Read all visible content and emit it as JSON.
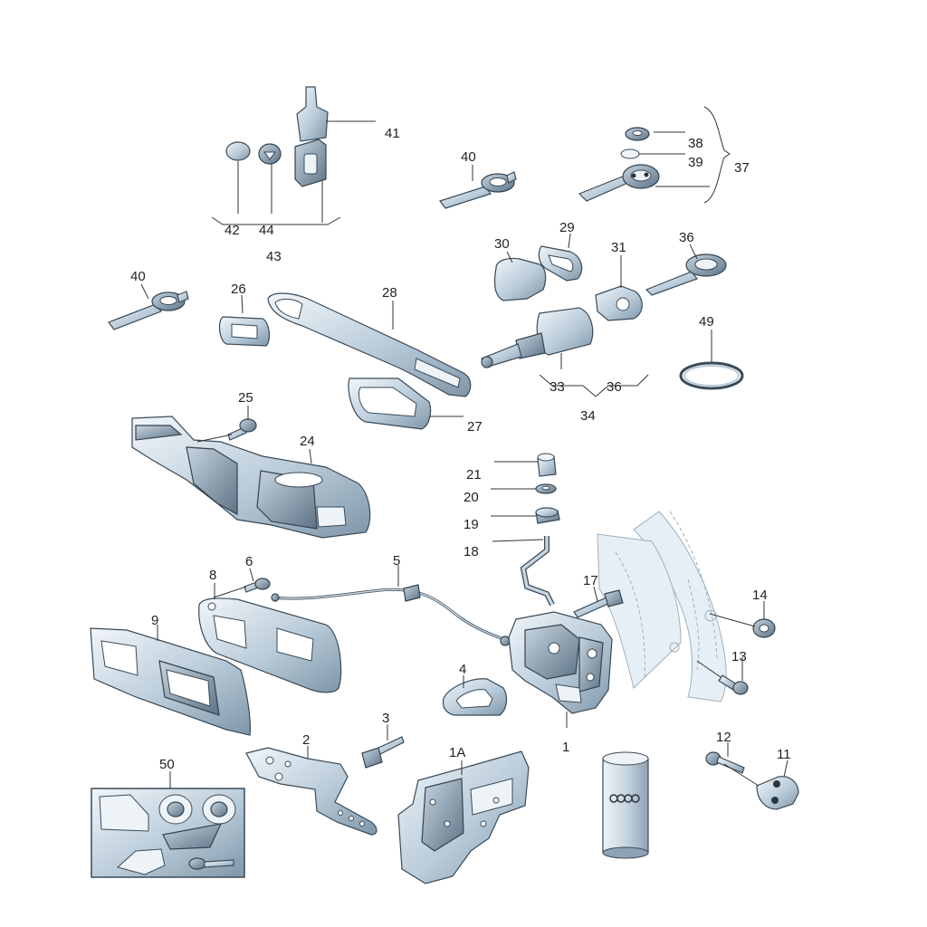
{
  "callouts": [
    {
      "id": "41"
    },
    {
      "id": "42"
    },
    {
      "id": "44"
    },
    {
      "id": "43"
    },
    {
      "id": "40a",
      "text": "40"
    },
    {
      "id": "40b",
      "text": "40"
    },
    {
      "id": "38"
    },
    {
      "id": "39"
    },
    {
      "id": "37"
    },
    {
      "id": "30"
    },
    {
      "id": "29"
    },
    {
      "id": "31"
    },
    {
      "id": "36a",
      "text": "36"
    },
    {
      "id": "26"
    },
    {
      "id": "28"
    },
    {
      "id": "49"
    },
    {
      "id": "33"
    },
    {
      "id": "36b",
      "text": "36"
    },
    {
      "id": "34"
    },
    {
      "id": "27"
    },
    {
      "id": "25"
    },
    {
      "id": "24"
    },
    {
      "id": "21"
    },
    {
      "id": "20"
    },
    {
      "id": "19"
    },
    {
      "id": "18"
    },
    {
      "id": "5"
    },
    {
      "id": "8"
    },
    {
      "id": "6"
    },
    {
      "id": "17"
    },
    {
      "id": "14"
    },
    {
      "id": "9"
    },
    {
      "id": "13"
    },
    {
      "id": "4"
    },
    {
      "id": "3"
    },
    {
      "id": "1"
    },
    {
      "id": "2"
    },
    {
      "id": "1A"
    },
    {
      "id": "12"
    },
    {
      "id": "11"
    },
    {
      "id": "50"
    }
  ],
  "parts": [
    "handle-cap",
    "cover-cap-42",
    "cover-cap-44",
    "lock-housing",
    "key-blank-40-top",
    "washer-38",
    "spring-pin-39",
    "key-37",
    "lock-cap-30",
    "seal-29",
    "retainer-31",
    "key-36",
    "gasket-26",
    "outer-handle-28",
    "o-ring-49",
    "lock-cylinder-33",
    "key-blank-40-left",
    "gasket-27",
    "screw-25",
    "handle-carrier-24",
    "bushing-21",
    "washer-20",
    "grommet-19",
    "rod-18",
    "cable-5",
    "inner-bezel-8",
    "screw-6",
    "pin-17",
    "nut-14",
    "trim-9",
    "bolt-13",
    "seal-4",
    "rivet-3",
    "door-lock-1",
    "bracket-2",
    "cover-1A",
    "screw-12",
    "plate-11",
    "repair-kit-50",
    "grease-can"
  ]
}
